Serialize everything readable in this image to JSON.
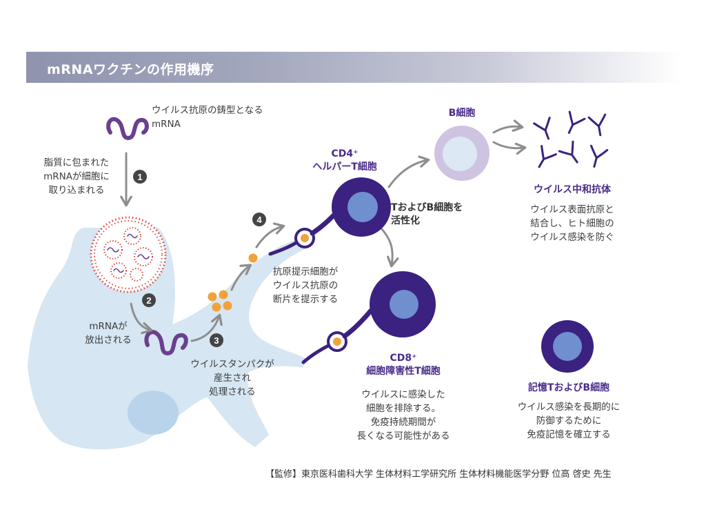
{
  "header": {
    "title": "mRNAワクチンの作用機序"
  },
  "labels": {
    "mrna_template_1": "ウイルス抗原の鋳型となる",
    "mrna_template_2": "mRNA",
    "lipid_1": "脂質に包まれた",
    "lipid_2": "mRNAが細胞に",
    "lipid_3": "取り込まれる",
    "release_1": "mRNAが",
    "release_2": "放出される",
    "protein_1": "ウイルスタンパクが",
    "protein_2": "産生され",
    "protein_3": "処理される",
    "apc_1": "抗原提示細胞が",
    "apc_2": "ウイルス抗原の",
    "apc_3": "断片を提示する",
    "cd4_title": "CD4⁺",
    "cd4_sub": "ヘルパーT細胞",
    "activate_1": "TおよびB細胞を",
    "activate_2": "活性化",
    "bcell_title": "B細胞",
    "antibody_title": "ウイルス中和抗体",
    "antibody_1": "ウイルス表面抗原と",
    "antibody_2": "結合し、ヒト細胞の",
    "antibody_3": "ウイルス感染を防ぐ",
    "cd8_title": "CD8⁺",
    "cd8_sub": "細胞障害性T細胞",
    "cd8_1": "ウイルスに感染した",
    "cd8_2": "細胞を排除する。",
    "cd8_3": "免疫持続期間が",
    "cd8_4": "長くなる可能性がある",
    "memory_title": "記憶TおよびB細胞",
    "memory_1": "ウイルス感染を長期的に",
    "memory_2": "防御するために",
    "memory_3": "免疫記憶を確立する"
  },
  "steps": [
    "1",
    "2",
    "3",
    "4"
  ],
  "footer": "【監修】東京医科歯科大学 生体材料工学研究所 生体材料機能医学分野 位高 啓史 先生",
  "colors": {
    "cell": "#d6e6f2",
    "tcell_dark": "#3b2180",
    "tcell_nucleus": "#6f8fcf",
    "bcell": "#cfc3e2",
    "bcell_nucleus": "#dce8f4",
    "mrna": "#6a3f8f",
    "antigen": "#f0a23c",
    "arrow": "#8e8e8e",
    "lipid": "#d9443f",
    "step_badge": "#444444"
  }
}
